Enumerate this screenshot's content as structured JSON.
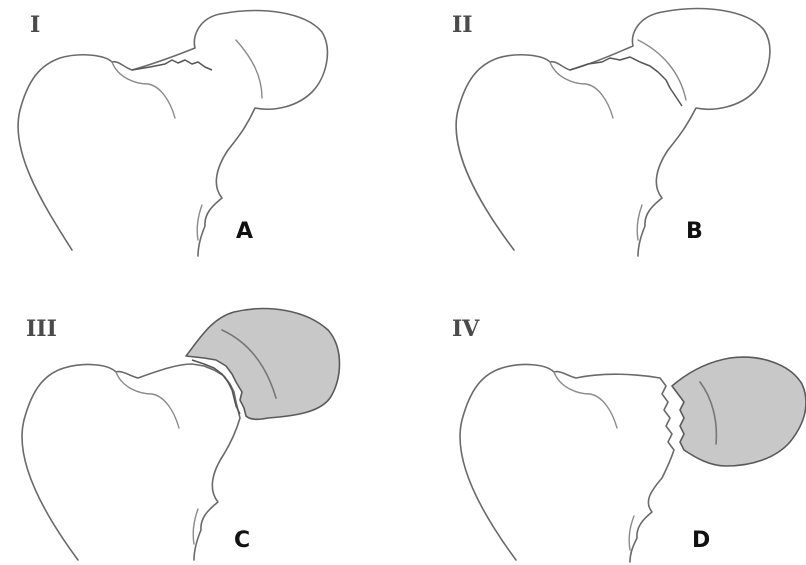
{
  "panels": [
    {
      "stage": "I",
      "letter": "A"
    },
    {
      "stage": "II",
      "letter": "B"
    },
    {
      "stage": "III",
      "letter": "C"
    },
    {
      "stage": "IV",
      "letter": "D"
    }
  ],
  "colors": {
    "outline": "#6a6a6a",
    "displaced_head_fill": "#c8c8c8",
    "background": "#ffffff"
  }
}
